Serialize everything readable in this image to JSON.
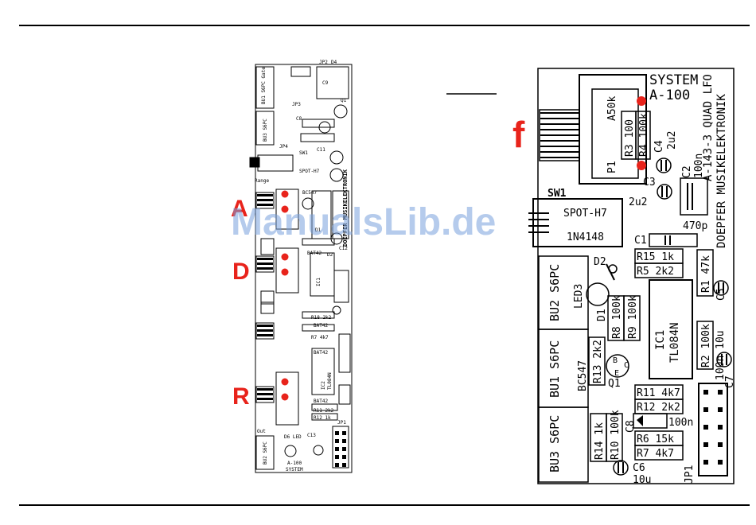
{
  "watermark": "ManualsLib.de",
  "markers": {
    "A": "A",
    "D": "D",
    "R": "R",
    "f": "f"
  },
  "small_board": {
    "labels": {
      "jp2": "JP2",
      "d4": "D4",
      "bu1": "BU1 S6PC Gate",
      "bu3": "BU3 S6PC",
      "jp3": "JP3",
      "jp4": "JP4",
      "sw1": "SW1",
      "range": "Range",
      "spot": "SPOT-H7",
      "bc547": "BC547",
      "doepfer": "DOEPFER MUSIKELEKTRONIK",
      "bat42a": "BAT42",
      "bat42b": "BAT42",
      "bat42c": "BAT42",
      "bat42d": "BAT42",
      "ic1": "IC1",
      "ic2": "IC2",
      "tl084": "TL084N",
      "d1": "D1",
      "d2": "D2",
      "q1": "Q1",
      "r11": "R11 2k2",
      "r12": "R12 1k",
      "r18": "R18 2k2",
      "r7": "R7 4k7",
      "bu1_out": "Out",
      "bu2": "BU2 S6PC",
      "led": "D6 LED",
      "a100": "A-100",
      "system": "SYSTEM",
      "jp1": "JP1",
      "c8": "C8",
      "c9": "C9",
      "c11": "C11",
      "c12": "C12",
      "c13": "C13"
    }
  },
  "large_board": {
    "title_line1": "SYSTEM",
    "title_line2": "A-100",
    "subtitle": "A-143-3 QUAD LFO",
    "maker": "DOEPFER MUSIKELEKTRONIK",
    "sw1": "SW1",
    "spot": "SPOT-H7",
    "diode": "1N4148",
    "p1": "P1",
    "a50k": "A50k",
    "r3": "R3 100",
    "r4": "R4 100k",
    "c4": "C4",
    "c4v": "2u2",
    "c2": "C2",
    "c2v": "100n",
    "c3": "C3",
    "c3v": "2u2",
    "c470": "470p",
    "c1": "C1",
    "r15": "R15 1k",
    "r5": "R5 2k2",
    "r1": "R1 47k",
    "c5": "C5",
    "d2": "D2",
    "led3": "LED3",
    "d1": "D1",
    "r8": "R8 100k",
    "r9": "R9 100k",
    "ic1": "IC1",
    "tl084": "TL084N",
    "r2": "R2 100k",
    "c7v": "100n 10u",
    "c7": "C7",
    "bu2": "BU2 S6PC",
    "bu1": "BU1 S6PC",
    "bc547": "BC547",
    "r13": "R13 2k2",
    "q1": "Q1",
    "r11": "R11 4k7",
    "r12": "R12 2k2",
    "c8": "C8",
    "c8v": "100n",
    "r14": "R14 1k",
    "r10": "R10 100k",
    "r6": "R6 15k",
    "r7": "R7 4k7",
    "bu3": "BU3 S6PC",
    "c6": "C6",
    "c6v": "10u",
    "jp1": "JP1",
    "pin_b": "B",
    "pin_c": "C",
    "pin_e": "E"
  }
}
